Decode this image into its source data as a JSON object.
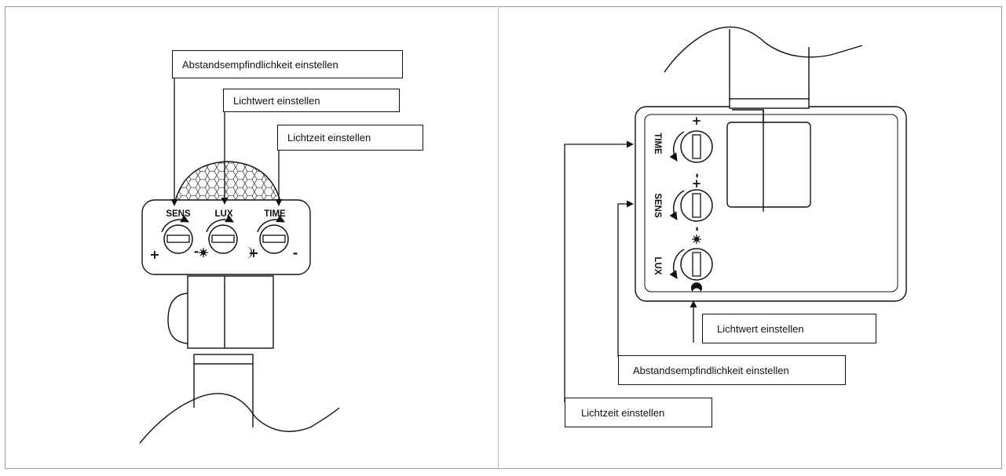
{
  "left_view": {
    "callouts": {
      "sens": "Abstandsempfindlichkeit einstellen",
      "lux": "Lichtwert einstellen",
      "time": "Lichtzeit einstellen"
    },
    "knob_labels": {
      "sens": "SENS",
      "lux": "LUX",
      "time": "TIME"
    }
  },
  "right_view": {
    "callouts": {
      "lux": "Lichtwert einstellen",
      "sens": "Abstandsempfindlichkeit einstellen",
      "time": "Lichtzeit einstellen"
    },
    "knob_labels": {
      "time": "TIME",
      "sens": "SENS",
      "lux": "LUX"
    }
  },
  "symbols": {
    "plus": "+",
    "minus": "-"
  },
  "colors": {
    "line": "#111111",
    "frame": "#9a9a9a"
  }
}
